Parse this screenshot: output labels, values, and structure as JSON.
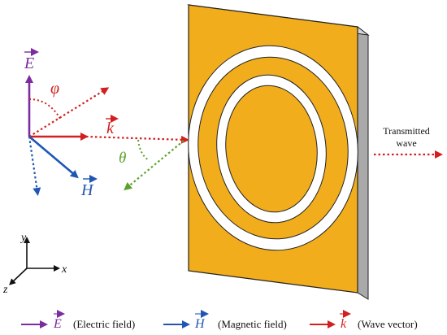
{
  "colors": {
    "electric": "#7b2c9e",
    "magnetic": "#1f56b4",
    "wave": "#d21f1f",
    "theta": "#5aa12a",
    "plate_face": "#f1ad1c",
    "plate_edge": "#b9b9b9",
    "plate_edge_dark": "#8d8d8d"
  },
  "labels": {
    "E": "E",
    "H": "H",
    "k": "k",
    "phi": "φ",
    "theta": "θ",
    "transmitted_line1": "Transmitted",
    "transmitted_line2": "wave",
    "axis_x": "x",
    "axis_y": "y",
    "axis_z": "z"
  },
  "legend": [
    {
      "symbol": "E",
      "text": "(Electric field)",
      "color_key": "electric"
    },
    {
      "symbol": "H",
      "text": "(Magnetic field)",
      "color_key": "magnetic"
    },
    {
      "symbol": "k",
      "text": "(Wave vector)",
      "color_key": "wave"
    }
  ]
}
